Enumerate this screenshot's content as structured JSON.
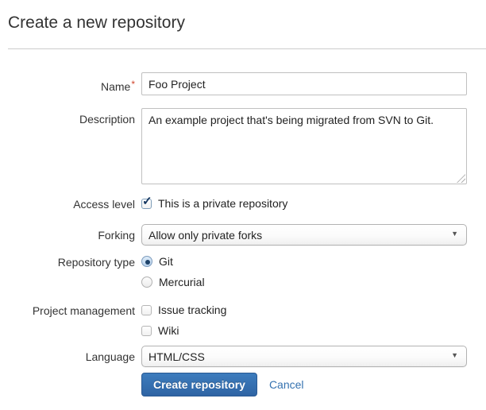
{
  "page": {
    "title": "Create a new repository"
  },
  "icons": {
    "check": "✓",
    "dropdown_arrow": "▼"
  },
  "form": {
    "name": {
      "label": "Name",
      "required_marker": "*",
      "value": "Foo Project"
    },
    "description": {
      "label": "Description",
      "value": "An example project that's being migrated from SVN to Git."
    },
    "access_level": {
      "label": "Access level",
      "option": "This is a private repository",
      "checked": true
    },
    "forking": {
      "label": "Forking",
      "selected_option": "Allow only private forks"
    },
    "repository_type": {
      "label": "Repository type",
      "options": [
        {
          "label": "Git",
          "selected": true
        },
        {
          "label": "Mercurial",
          "selected": false
        }
      ]
    },
    "project_management": {
      "label": "Project management",
      "options": [
        {
          "label": "Issue tracking",
          "checked": false
        },
        {
          "label": "Wiki",
          "checked": false
        }
      ]
    },
    "language": {
      "label": "Language",
      "selected_option": "HTML/CSS"
    },
    "actions": {
      "submit": "Create repository",
      "cancel": "Cancel"
    }
  },
  "colors": {
    "accent_blue": "#3572b0",
    "button_top": "#3d7cbd",
    "button_bottom": "#2f64a4",
    "required_red": "#d0452c",
    "divider": "#cccccc"
  }
}
